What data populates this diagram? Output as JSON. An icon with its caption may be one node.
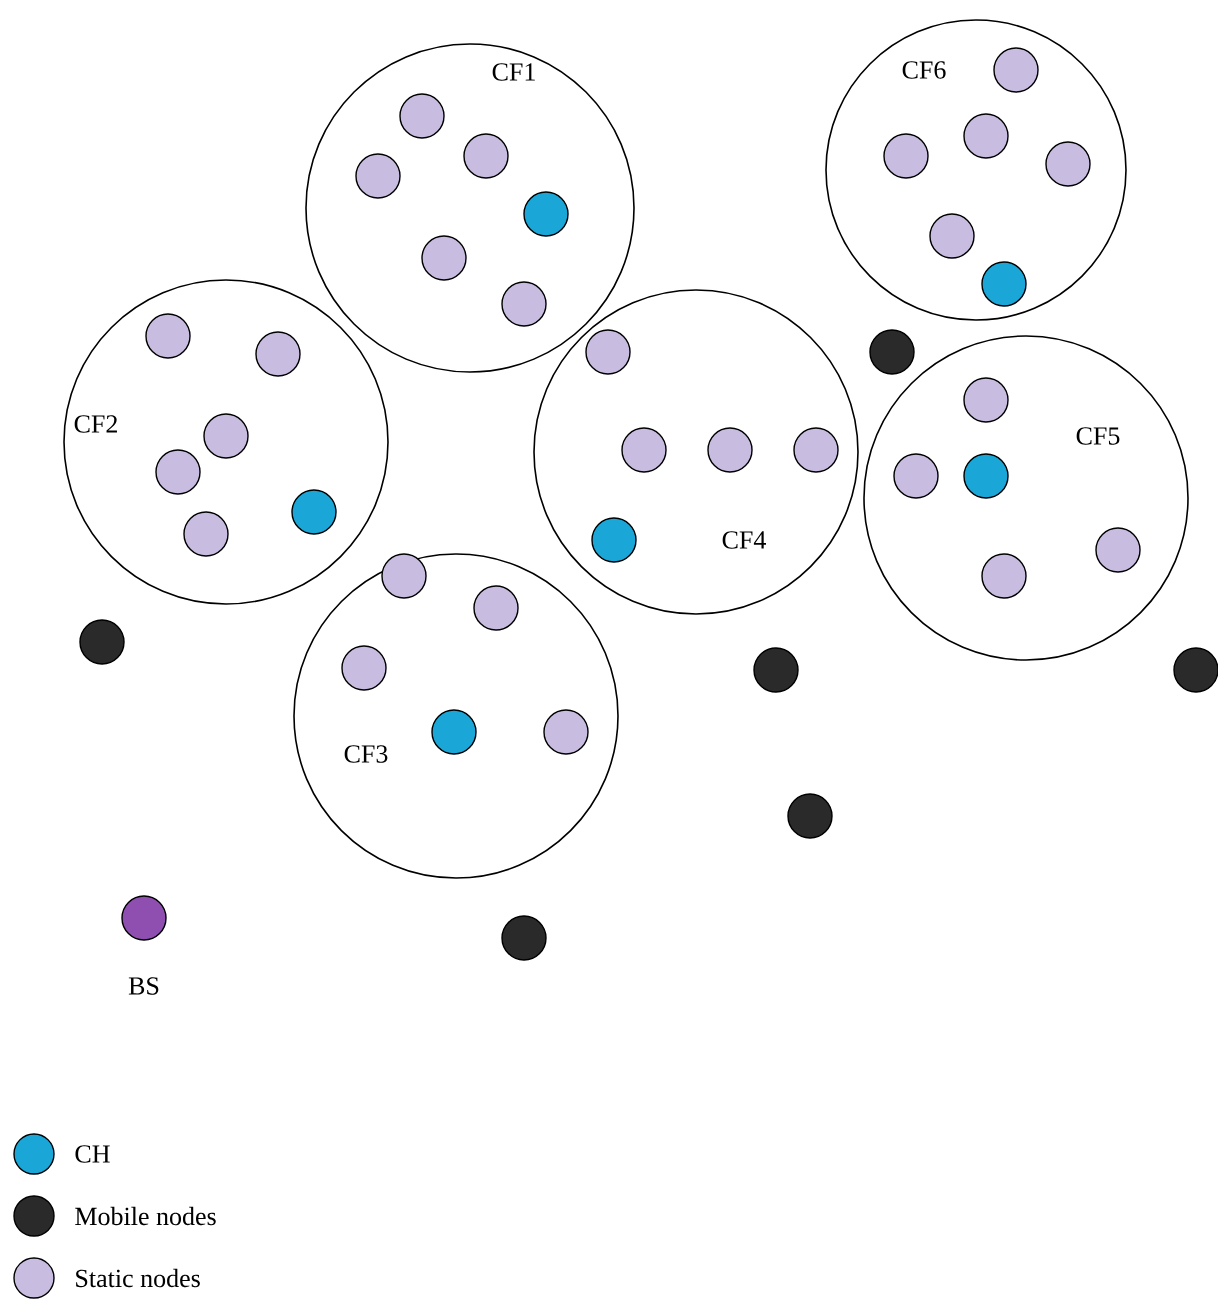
{
  "diagram": {
    "nodes": [
      {
        "text": [
          "CF1"
        ]
      },
      {
        "text": [],
        "shape": "circle",
        "in": 0
      },
      {
        "text": [],
        "shape": "circle",
        "in": 0
      },
      {
        "text": [],
        "shape": "circle",
        "in": 0
      },
      {
        "text": [],
        "shape": "circle",
        "in": 0
      },
      {
        "text": [],
        "shape": "circle",
        "in": 0
      },
      {
        "text": [],
        "shape": "circle",
        "in": 0
      },
      {
        "text": [
          "CF6"
        ]
      },
      {
        "text": [],
        "shape": "circle",
        "in": 7
      },
      {
        "text": [],
        "shape": "circle",
        "in": 7
      },
      {
        "text": [],
        "shape": "circle",
        "in": 7
      },
      {
        "text": [],
        "shape": "circle",
        "in": 7
      },
      {
        "text": [],
        "shape": "circle",
        "in": 7
      },
      {
        "text": [],
        "shape": "circle",
        "in": 7
      },
      {
        "text": [
          "CF2"
        ]
      },
      {
        "text": [],
        "shape": "circle",
        "in": 14
      },
      {
        "text": [],
        "shape": "circle",
        "in": 14
      },
      {
        "text": [],
        "shape": "circle",
        "in": 14
      },
      {
        "text": [],
        "shape": "circle",
        "in": 14
      },
      {
        "text": [],
        "shape": "circle",
        "in": 14
      },
      {
        "text": [],
        "shape": "circle",
        "in": 14
      },
      {
        "text": [
          "CF4"
        ]
      },
      {
        "text": [],
        "shape": "circle",
        "in": 21
      },
      {
        "text": [],
        "shape": "circle",
        "in": 21
      },
      {
        "text": [],
        "shape": "circle",
        "in": 21
      },
      {
        "text": [],
        "shape": "circle",
        "in": 21
      },
      {
        "text": [],
        "shape": "circle",
        "in": 21
      },
      {
        "text": [
          "CF5"
        ]
      },
      {
        "text": [],
        "shape": "circle",
        "in": 27
      },
      {
        "text": [],
        "shape": "circle",
        "in": 27
      },
      {
        "text": [],
        "shape": "circle",
        "in": 27
      },
      {
        "text": [],
        "shape": "circle",
        "in": 27
      },
      {
        "text": [],
        "shape": "circle",
        "in": 27
      },
      {
        "text": [
          "CF3"
        ]
      },
      {
        "text": [],
        "shape": "circle",
        "in": 33
      },
      {
        "text": [],
        "shape": "circle",
        "in": 33
      },
      {
        "text": [],
        "shape": "circle",
        "in": 33
      },
      {
        "text": [],
        "shape": "circle",
        "in": 33
      },
      {
        "text": [],
        "shape": "circle",
        "in": 33
      },
      {
        "text": [],
        "shape": "circle"
      },
      {
        "text": [],
        "shape": "circle"
      },
      {
        "text": [],
        "shape": "circle"
      },
      {
        "text": [],
        "shape": "circle"
      },
      {
        "text": [],
        "shape": "circle"
      },
      {
        "text": [],
        "shape": "circle"
      },
      {
        "text": [],
        "shape": "circle",
        "beside": [
          "BS"
        ]
      }
    ],
    "legend": [
      {
        "text": "CH",
        "color": "#1aa7d8"
      },
      {
        "text": "Mobile nodes",
        "color": "#2a2a2a"
      },
      {
        "text": "Static nodes",
        "color": "#c8bde0"
      }
    ]
  }
}
